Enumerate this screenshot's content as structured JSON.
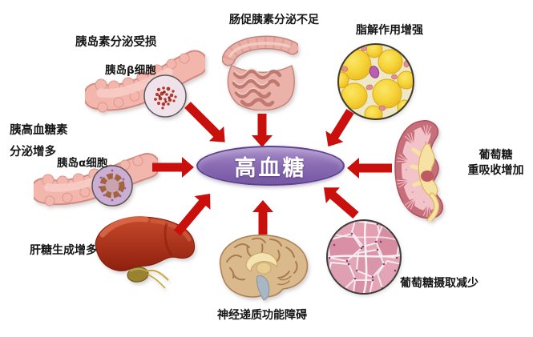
{
  "diagram": {
    "center": {
      "label": "高血糖"
    },
    "causes": [
      {
        "id": "beta-pancreas",
        "label": "胰岛素分泌受损",
        "sublabel": "胰岛β细胞"
      },
      {
        "id": "incretin-intestine",
        "label": "肠促胰素分泌不足"
      },
      {
        "id": "adipose-lipolysis",
        "label": "脂解作用增强"
      },
      {
        "id": "alpha-pancreas",
        "label": "胰高血糖素",
        "label2": "分泌增多",
        "sublabel": "胰岛α细胞"
      },
      {
        "id": "kidney-reabsorption",
        "label": "葡萄糖",
        "label2": "重吸收增加"
      },
      {
        "id": "liver-glucose",
        "label": "肝糖生成增多"
      },
      {
        "id": "brain-neurotransmitter",
        "label": "神经递质功能障碍"
      },
      {
        "id": "muscle-uptake",
        "label": "葡萄糖摄取减少"
      }
    ],
    "colors": {
      "arrow": "#c9100d",
      "ellipse_fill_top": "#a98fc9",
      "ellipse_fill_bottom": "#7457a2",
      "ellipse_border": "#5d4392",
      "label_text": "#151515",
      "background": "#ffffff"
    }
  }
}
